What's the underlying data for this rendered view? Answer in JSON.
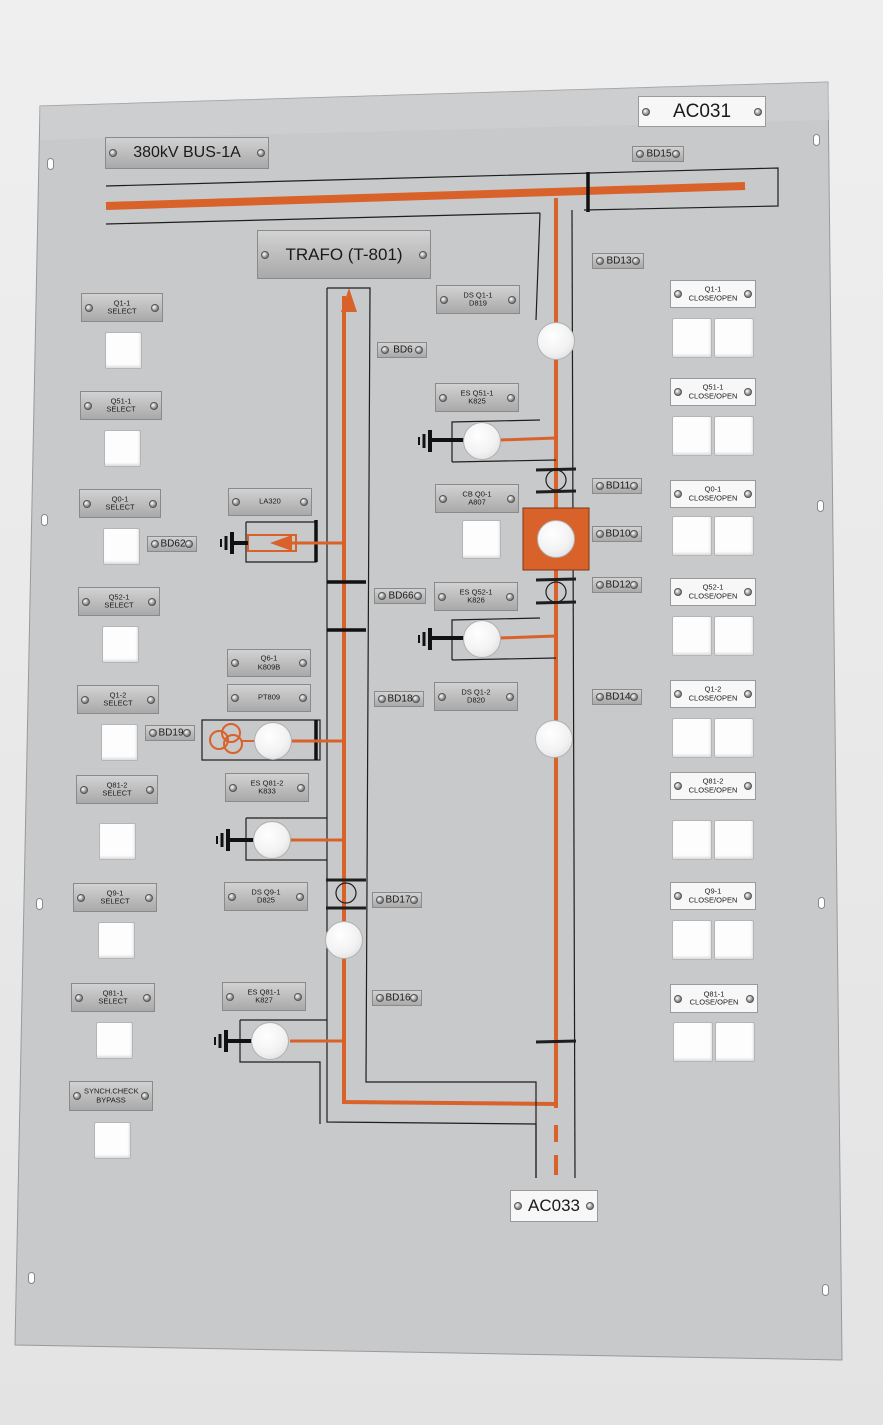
{
  "bus": {
    "name": "380kV BUS-1A",
    "color": "#d9622b"
  },
  "panel_codes": {
    "top": "AC031",
    "bottom": "AC033"
  },
  "trafo_label": "TRAFO (T-801)",
  "left_selects": [
    {
      "line1": "Q1-1",
      "line2": "SELECT"
    },
    {
      "line1": "Q51-1",
      "line2": "SELECT"
    },
    {
      "line1": "Q0-1",
      "line2": "SELECT"
    },
    {
      "line1": "Q52-1",
      "line2": "SELECT"
    },
    {
      "line1": "Q1-2",
      "line2": "SELECT"
    },
    {
      "line1": "Q81-2",
      "line2": "SELECT"
    },
    {
      "line1": "Q9-1",
      "line2": "SELECT"
    },
    {
      "line1": "Q81-1",
      "line2": "SELECT"
    },
    {
      "line1": "SYNCH.CHECK",
      "line2": "BYPASS"
    }
  ],
  "right_controls": [
    {
      "line1": "Q1-1",
      "line2": "CLOSE/OPEN"
    },
    {
      "line1": "Q51-1",
      "line2": "CLOSE/OPEN"
    },
    {
      "line1": "Q0-1",
      "line2": "CLOSE/OPEN"
    },
    {
      "line1": "Q52-1",
      "line2": "CLOSE/OPEN"
    },
    {
      "line1": "Q1-2",
      "line2": "CLOSE/OPEN"
    },
    {
      "line1": "Q81-2",
      "line2": "CLOSE/OPEN"
    },
    {
      "line1": "Q9-1",
      "line2": "CLOSE/OPEN"
    },
    {
      "line1": "Q81-1",
      "line2": "CLOSE/OPEN"
    }
  ],
  "device_plates": [
    {
      "line1": "DS Q1-1",
      "line2": "D819"
    },
    {
      "line1": "ES Q51-1",
      "line2": "K825"
    },
    {
      "line1": "CB Q0-1",
      "line2": "A807"
    },
    {
      "line1": "ES Q52-1",
      "line2": "K826"
    },
    {
      "line1": "DS Q1-2",
      "line2": "D820"
    },
    {
      "line1": "LA320",
      "line2": ""
    },
    {
      "line1": "Q6-1",
      "line2": "K809B"
    },
    {
      "line1": "PT809",
      "line2": ""
    },
    {
      "line1": "ES Q81-2",
      "line2": "K833"
    },
    {
      "line1": "DS Q9-1",
      "line2": "D825"
    },
    {
      "line1": "ES Q81-1",
      "line2": "K827"
    }
  ],
  "bd_tags": [
    "BD15",
    "BD13",
    "BD6",
    "BD11",
    "BD10",
    "BD12",
    "BD14",
    "BD62",
    "BD66",
    "BD18",
    "BD19",
    "BD17",
    "BD16"
  ]
}
